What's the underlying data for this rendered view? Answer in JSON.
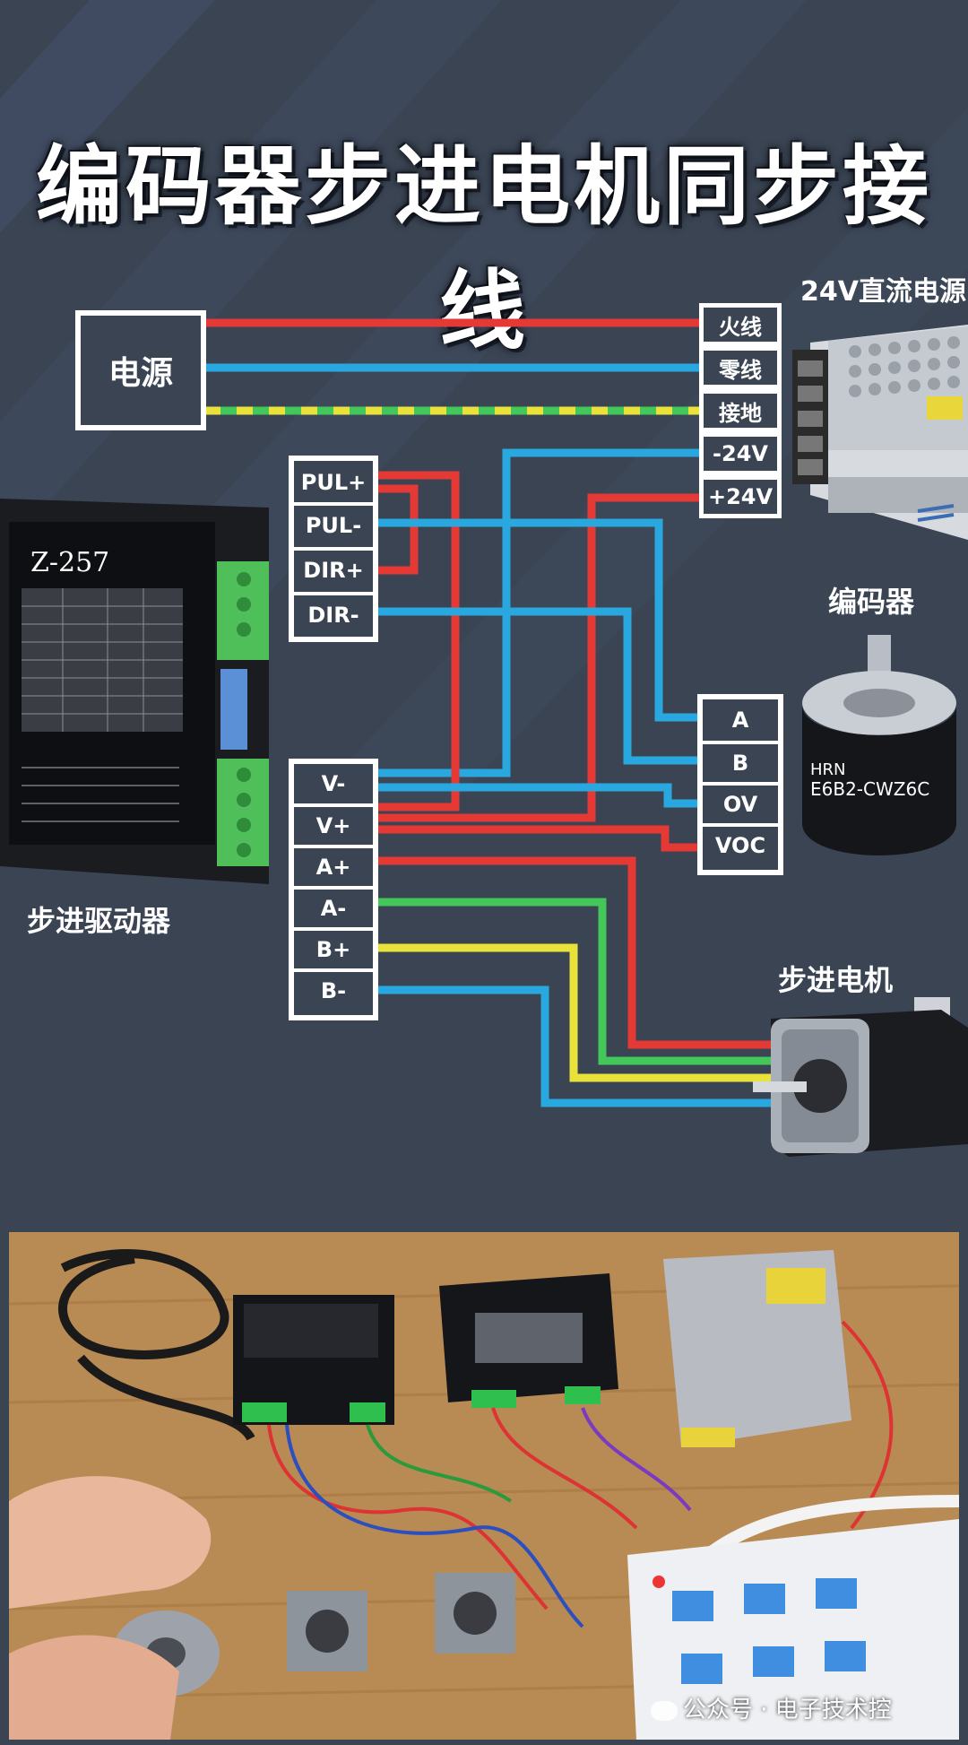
{
  "title": "编码器步进电机同步接线",
  "power": {
    "label": "电源"
  },
  "psu": {
    "label": "24V直流电源",
    "terminals": [
      "火线",
      "零线",
      "接地",
      "-24V",
      "+24V"
    ]
  },
  "driver": {
    "label": "步进驱动器",
    "model": "Z-257",
    "control_terminals": [
      "PUL+",
      "PUL-",
      "DIR+",
      "DIR-"
    ],
    "power_motor_terminals": [
      "V-",
      "V+",
      "A+",
      "A-",
      "B+",
      "B-"
    ]
  },
  "encoder": {
    "label": "编码器",
    "terminals": [
      "A",
      "B",
      "OV",
      "VOC"
    ],
    "brand": "HRN",
    "model": "E6B2-CWZ6C"
  },
  "motor": {
    "label": "步进电机"
  },
  "colors": {
    "red": "#e53935",
    "blue": "#29a8e0",
    "green": "#43c65a",
    "yellow": "#e9e23a",
    "background": "#3a4453",
    "box": "#ffffff"
  },
  "watermark": "公众号 · 电子技术控"
}
